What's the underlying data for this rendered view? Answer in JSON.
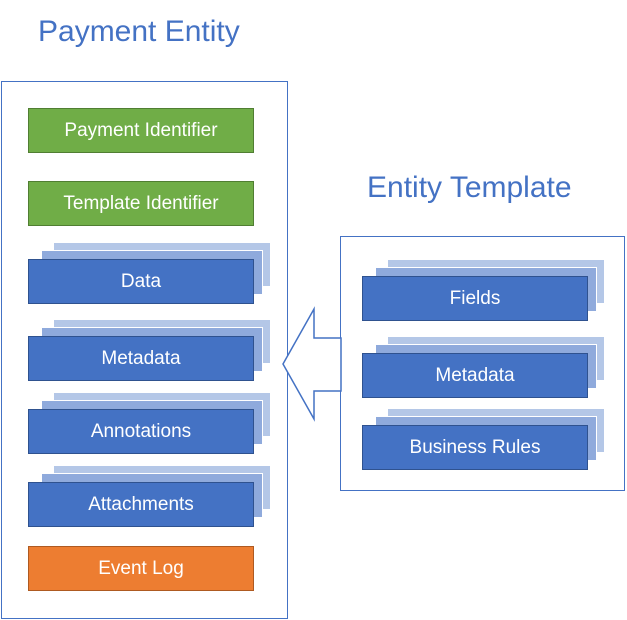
{
  "payment_entity": {
    "title": "Payment Entity",
    "items": {
      "payment_identifier": "Payment Identifier",
      "template_identifier": "Template Identifier",
      "data": "Data",
      "metadata": "Metadata",
      "annotations": "Annotations",
      "attachments": "Attachments",
      "event_log": "Event Log"
    }
  },
  "entity_template": {
    "title": "Entity Template",
    "items": {
      "fields": "Fields",
      "metadata": "Metadata",
      "business_rules": "Business Rules"
    }
  },
  "colors": {
    "title": "#4472c4",
    "identifier_box": "#70ad47",
    "stacked_box": "#4472c4",
    "event_log_box": "#ed7d31",
    "panel_border": "#4472c4"
  }
}
